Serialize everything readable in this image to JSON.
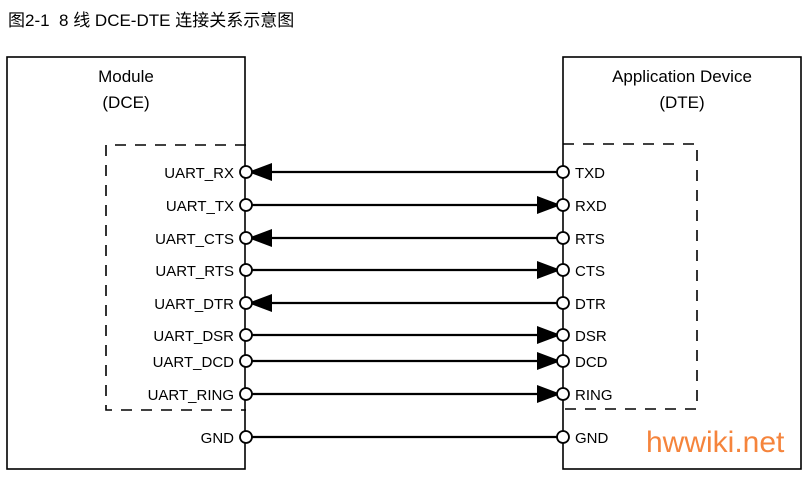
{
  "figure": {
    "title": "图2-1  8 线 DCE-DTE 连接关系示意图"
  },
  "left_device": {
    "name_line1": "Module",
    "name_line2": "(DCE)"
  },
  "right_device": {
    "name_line1": "Application Device",
    "name_line2": "(DTE)"
  },
  "signals": [
    {
      "left": "UART_RX",
      "right": "TXD",
      "direction": "left"
    },
    {
      "left": "UART_TX",
      "right": "RXD",
      "direction": "right"
    },
    {
      "left": "UART_CTS",
      "right": "RTS",
      "direction": "left"
    },
    {
      "left": "UART_RTS",
      "right": "CTS",
      "direction": "right"
    },
    {
      "left": "UART_DTR",
      "right": "DTR",
      "direction": "left"
    },
    {
      "left": "UART_DSR",
      "right": "DSR",
      "direction": "right"
    },
    {
      "left": "UART_DCD",
      "right": "DCD",
      "direction": "right"
    },
    {
      "left": "UART_RING",
      "right": "RING",
      "direction": "right"
    }
  ],
  "ground": {
    "left": "GND",
    "right": "GND",
    "direction": "none"
  },
  "watermark": {
    "text": "hwwiki.net",
    "color": "#F5843C"
  },
  "colors": {
    "stroke": "#000000",
    "background": "#FFFFFF",
    "watermark": "#F5843C"
  }
}
